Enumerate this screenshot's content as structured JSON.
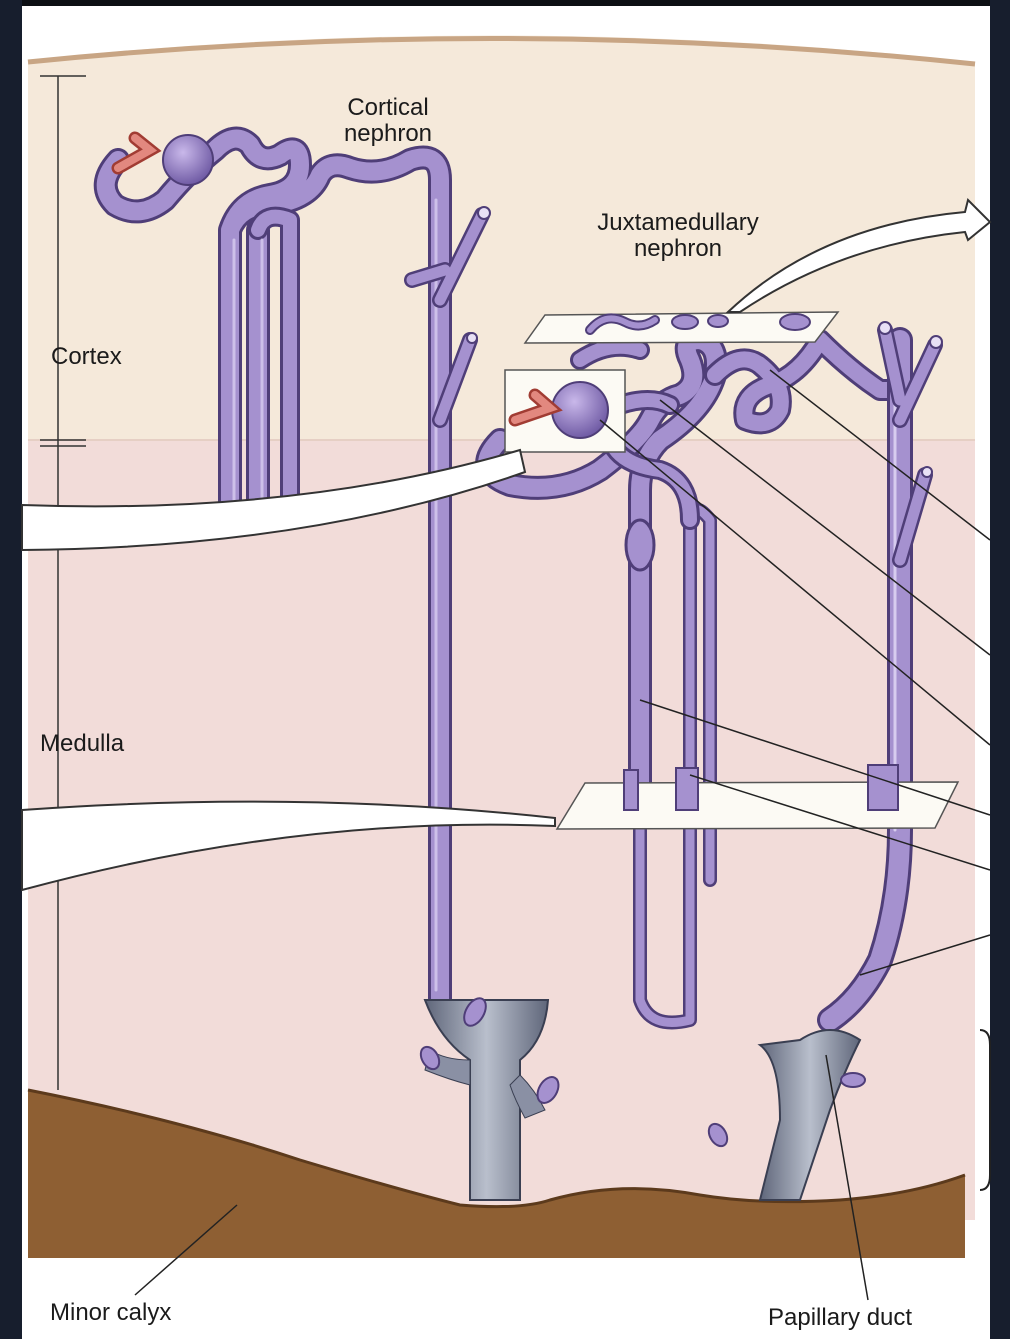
{
  "labels": {
    "cortical_nephron": "Cortical\nnephron",
    "juxtamedullary_nephron": "Juxtamedullary\nnephron",
    "cortex": "Cortex",
    "medulla": "Medulla",
    "minor_calyx": "Minor calyx",
    "papillary_duct": "Papillary duct"
  },
  "colors": {
    "background": "#0d0f14",
    "panel_border": "#ffffff",
    "cortex_fill": "#f5e9da",
    "medulla_fill": "#f2dcd9",
    "renal_capsule": "#c8a584",
    "tubule": "#9b86c4",
    "tubule_outline": "#4f3e78",
    "afferent_arteriole": "#e2887f",
    "calyx_fill": "#8e5f33",
    "collecting_duct_interior": "#7e8599",
    "slide_plane": "#fcfaf4"
  }
}
